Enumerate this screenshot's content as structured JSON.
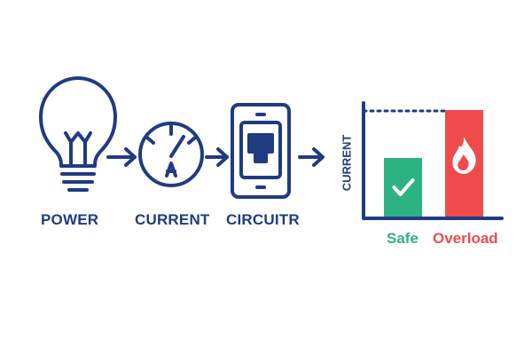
{
  "steps": [
    {
      "label": "POWER",
      "icon": "lightbulb-icon"
    },
    {
      "label": "CURRENT",
      "icon": "gauge-icon"
    },
    {
      "label": "CIRCUITR",
      "icon": "circuit-breaker-icon"
    }
  ],
  "gauge_letter": "A",
  "chart": {
    "ylabel": "CURRENT",
    "bars": [
      {
        "label": "Safe",
        "icon": "checkmark-icon",
        "color": "#2db383",
        "level": 0.55
      },
      {
        "label": "Overload",
        "icon": "flame-icon",
        "color": "#ef4b4b",
        "level": 1.0
      }
    ],
    "threshold": "dotted-line"
  },
  "colors": {
    "primary": "#1f3b82",
    "safe": "#2db383",
    "overload": "#ef4b4b"
  }
}
